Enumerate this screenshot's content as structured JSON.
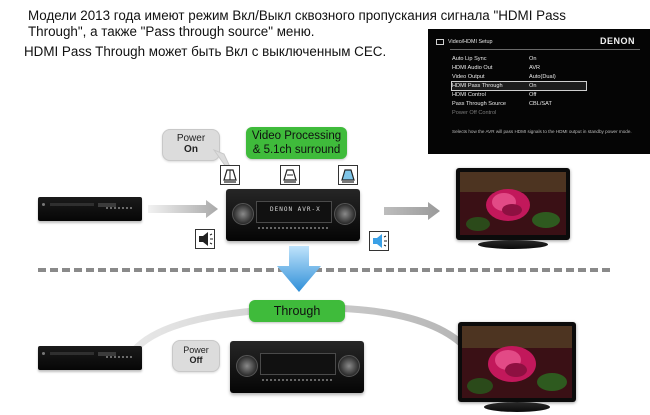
{
  "header": {
    "line1": "Модели 2013 года имеют режим Вкл/Выкл сквозного пропускания сигнала \"HDMI Pass",
    "line2": "Through\", а также \"Pass through source\" меню.",
    "line3": "HDMI Pass Through может быть Вкл с выключенным CEC."
  },
  "osd": {
    "title": "Video/HDMI Setup",
    "brand": "DENON",
    "rows": [
      {
        "label": "Auto Lip Sync",
        "value": "On"
      },
      {
        "label": "HDMI Audio Out",
        "value": "AVR"
      },
      {
        "label": "Video Output",
        "value": "Auto(Dual)"
      },
      {
        "label": "HDMI Pass Through",
        "value": "On"
      },
      {
        "label": "HDMI Control",
        "value": "Off"
      },
      {
        "label": "Pass Through Source",
        "value": "CBL/SAT"
      },
      {
        "label": "Power Off Control",
        "value": ""
      }
    ],
    "highlighted_row": 3,
    "footer": "Selects how the AVR will pass HDMI signals to the HDMI output in standby power mode."
  },
  "top_section": {
    "power_label": "Power",
    "power_state": "On",
    "processing_line1": "Video Processing",
    "processing_line2": "& 5.1ch surround",
    "display_text": "DENON AVR-X"
  },
  "bottom_section": {
    "through_label": "Through",
    "power_label": "Power",
    "power_state": "Off"
  },
  "colors": {
    "green": "#3fbb3b",
    "callout_gray": "#dcdcdc",
    "arrow_blue": "#3aa0e6",
    "dash_gray": "#8a8a8a"
  },
  "icons": [
    "speaker-icon",
    "hdmi-icon",
    "screen-icon",
    "blue-down-arrow-icon"
  ]
}
